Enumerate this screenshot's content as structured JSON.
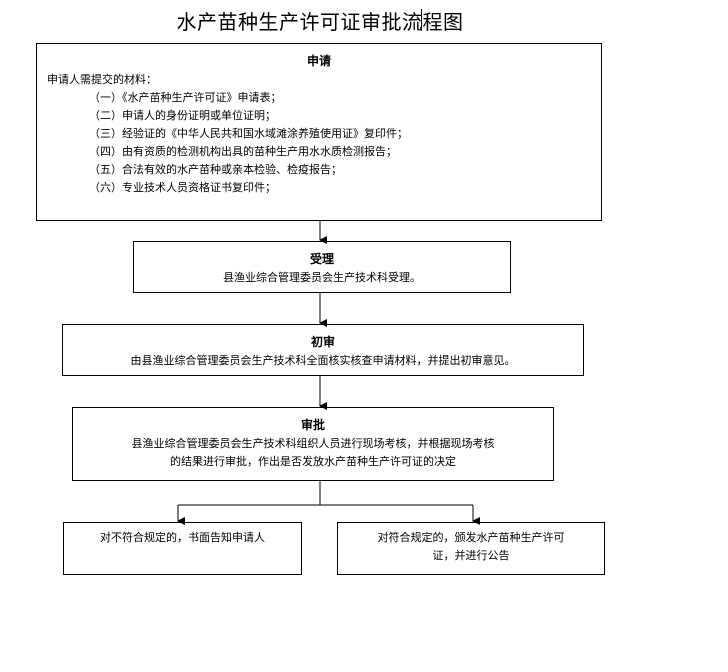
{
  "title": "水产苗种生产许可证审批流程图",
  "apply": {
    "title": "申请",
    "intro": "申请人需提交的材料：",
    "items": [
      "（一）《水产苗种生产许可证》申请表；",
      "（二）申请人的身份证明或单位证明；",
      "（三）经验证的《中华人民共和国水域滩涂养殖使用证》复印件；",
      "（四）由有资质的检测机构出具的苗种生产用水水质检测报告；",
      "（五）合法有效的水产苗种或亲本检验、检疫报告；",
      "（六）专业技术人员资格证书复印件；"
    ]
  },
  "accept": {
    "title": "受理",
    "text": "县渔业综合管理委员会生产技术科受理。"
  },
  "first_review": {
    "title": "初审",
    "text": "由县渔业综合管理委员会生产技术科全面核实核查申请材料，并提出初审意见。"
  },
  "approval": {
    "title": "审批",
    "line1": "县渔业综合管理委员会生产技术科组织人员进行现场考核，并根据现场考核",
    "line2": "的结果进行审批，作出是否发放水产苗种生产许可证的决定"
  },
  "reject": {
    "text": "对不符合规定的，书面告知申请人"
  },
  "grant": {
    "line1": "对符合规定的，颁发水产苗种生产许可",
    "line2": "证，并进行公告"
  }
}
